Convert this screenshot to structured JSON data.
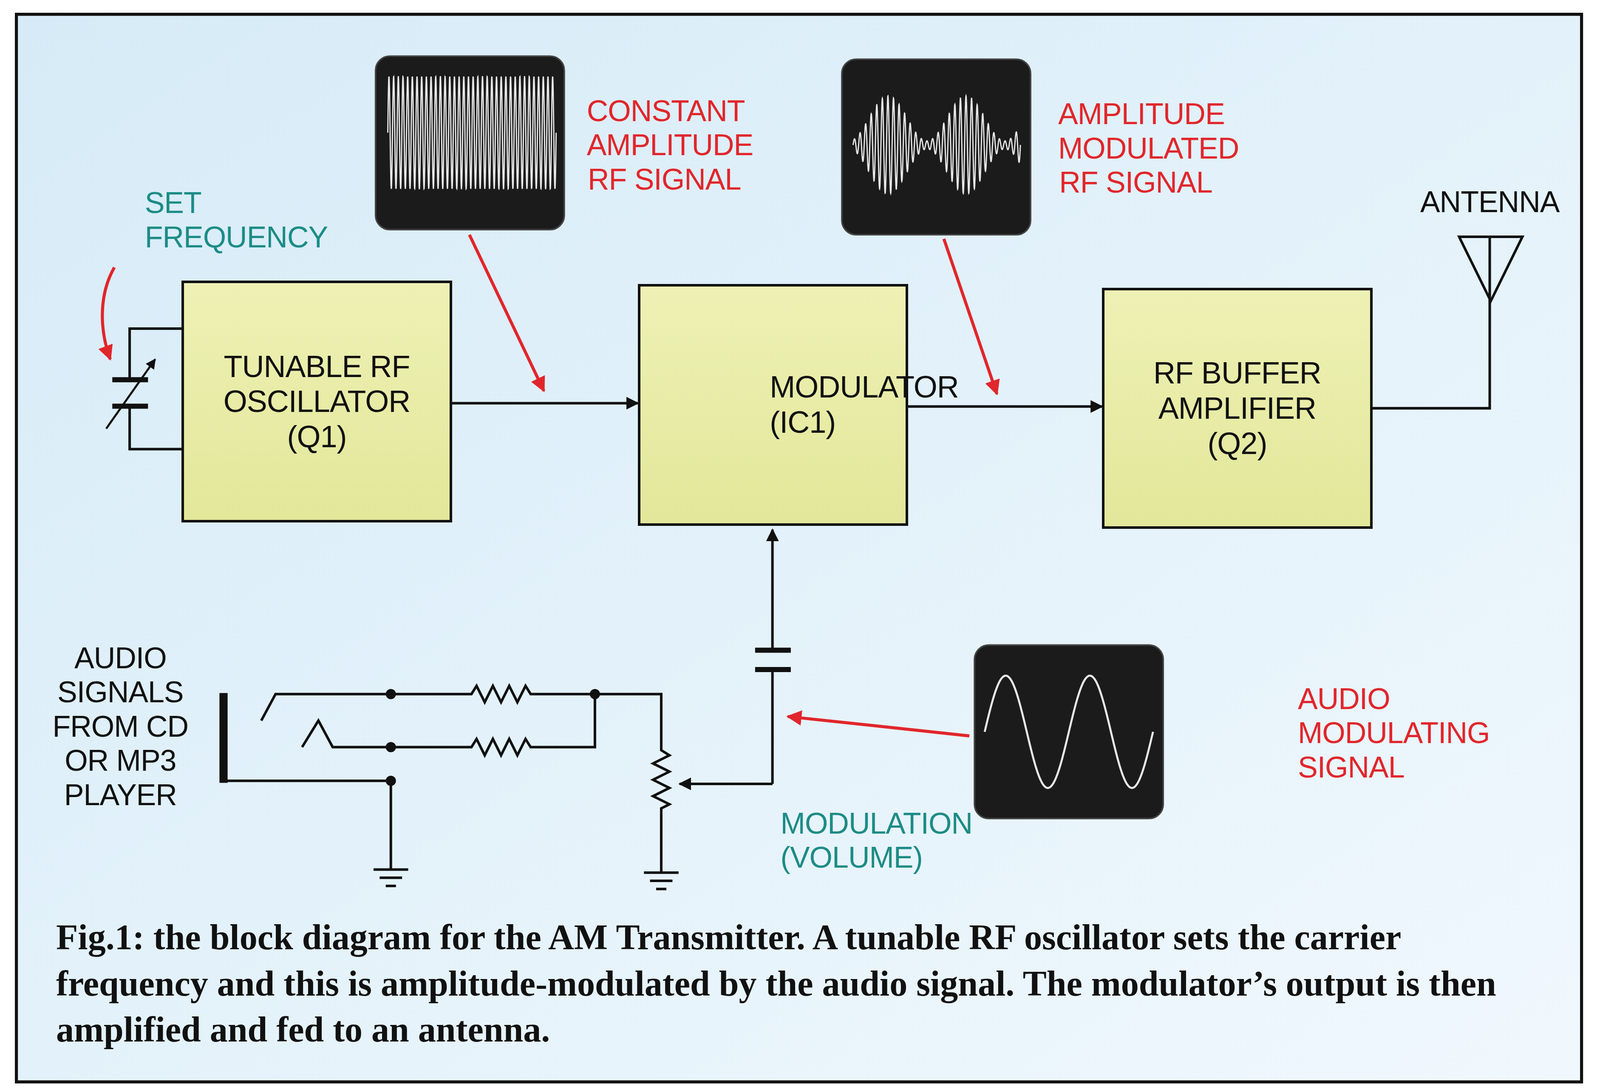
{
  "diagram": {
    "caption": "Fig.1: the block diagram for the AM Transmitter. A tunable RF oscillator sets the carrier frequency and this is amplitude-modulated by the audio signal. The modulator’s output is then amplified and fed to an antenna.",
    "nodes": [
      {
        "text": [
          "TUNABLE RF OSCILLATOR (Q1)"
        ]
      },
      {
        "text": [
          "MODULATOR (IC1)"
        ]
      },
      {
        "text": [
          "RF BUFFER AMPLIFIER (Q2)"
        ]
      }
    ],
    "edges": [
      {
        "from": 0,
        "to": 1,
        "arrow": "to"
      },
      {
        "from": 1,
        "to": 2,
        "arrow": "to"
      }
    ],
    "labels": [
      "SET FREQUENCY",
      "CONSTANT AMPLITUDE RF SIGNAL",
      "AMPLITUDE MODULATED RF SIGNAL",
      "ANTENNA",
      "AUDIO SIGNALS FROM CD OR MP3 PLAYER",
      "MODULATION (VOLUME)",
      "AUDIO MODULATING SIGNAL"
    ]
  }
}
